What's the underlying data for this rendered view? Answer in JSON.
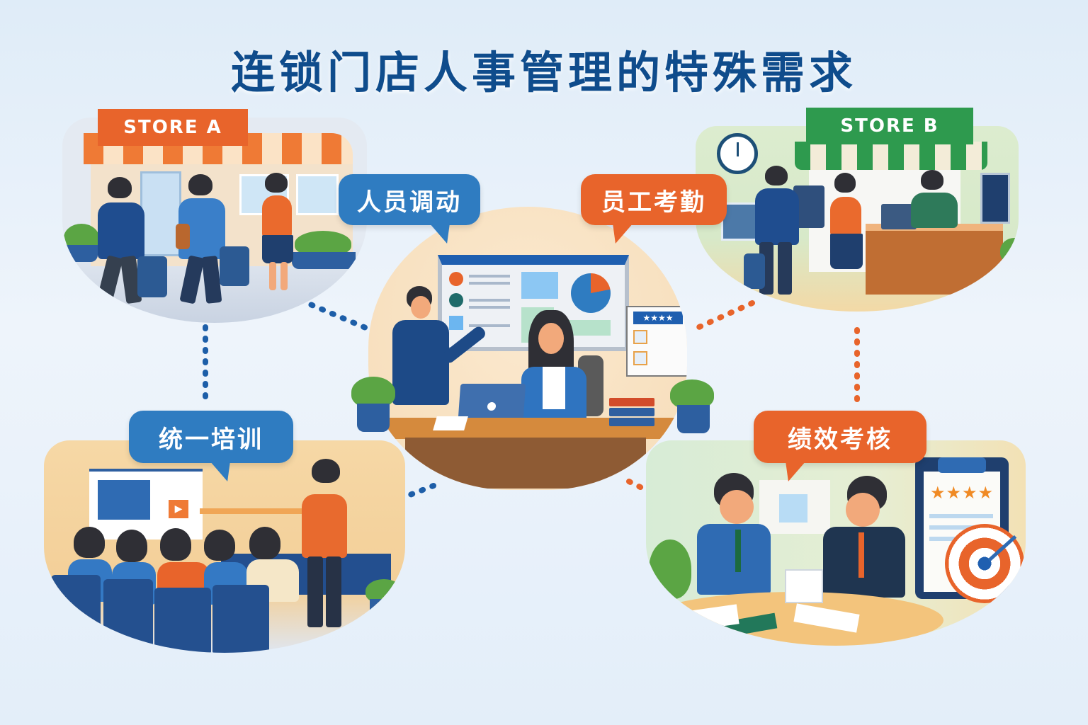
{
  "title": "连锁门店人事管理的特殊需求",
  "scenes": {
    "store_a": {
      "sign": "STORE A",
      "description": "Employees with suitcases walking into Store A"
    },
    "store_b": {
      "sign": "STORE B",
      "description": "Employee arriving at Store B counter, clock on wall"
    },
    "center": {
      "description": "HR manager at desk with laptop, colleague pointing at dashboard screen"
    },
    "training": {
      "description": "Trainer presenting to seated staff"
    },
    "review": {
      "description": "Two men meeting at round table, clipboard with four stars and target"
    }
  },
  "bubbles": [
    {
      "id": "top-left",
      "label": "人员调动",
      "color": "blue"
    },
    {
      "id": "top-right",
      "label": "员工考勤",
      "color": "orange"
    },
    {
      "id": "bottom-left",
      "label": "统一培训",
      "color": "blue"
    },
    {
      "id": "bottom-right",
      "label": "绩效考核",
      "color": "orange"
    }
  ],
  "review_card": {
    "stars": "★★★★"
  },
  "clipboard": {
    "stars": "★★★★"
  },
  "colors": {
    "title": "#0f4c8c",
    "blue": "#2f7cc1",
    "orange": "#e8642b",
    "green_sign": "#2e9a4e",
    "connector_blue": "#1d5ea8",
    "connector_orange": "#e8642b"
  }
}
